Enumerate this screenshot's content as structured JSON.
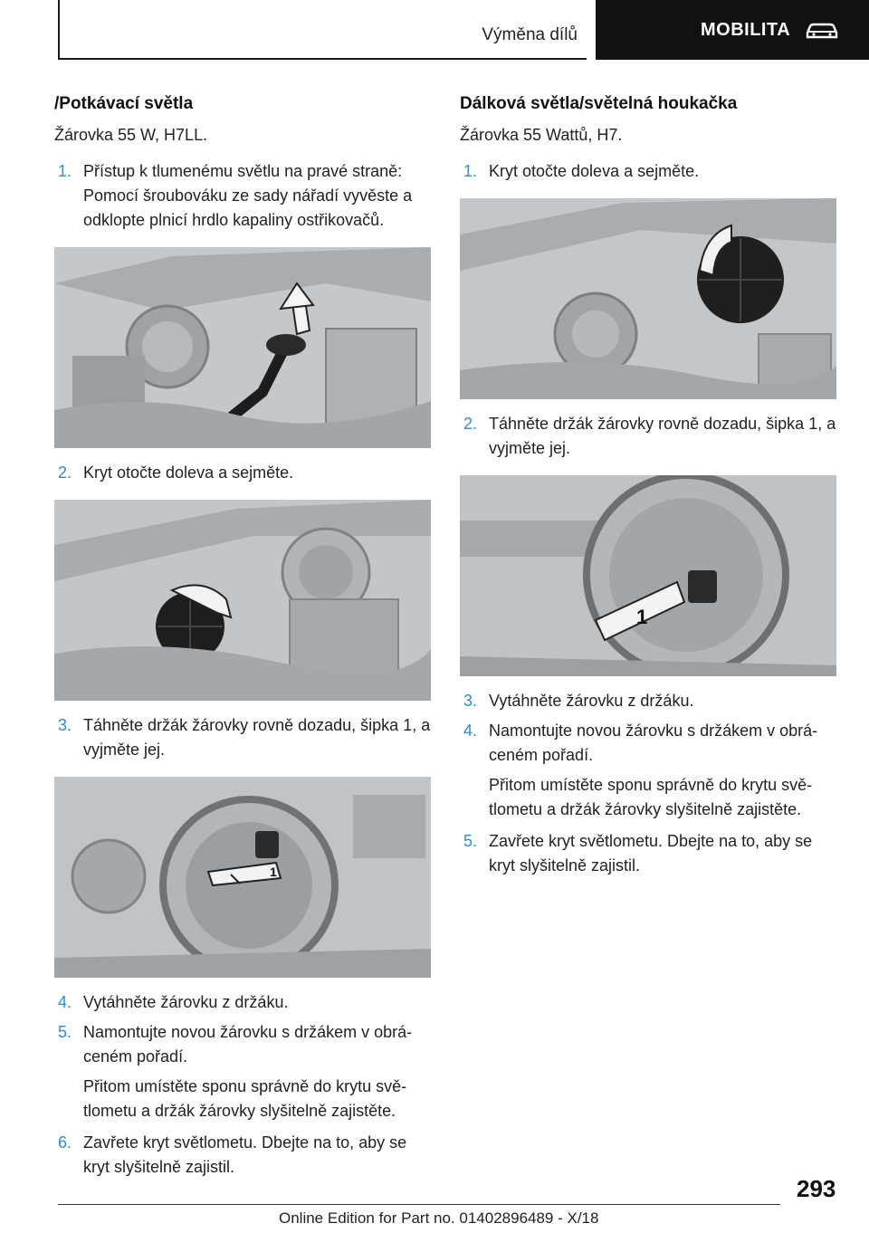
{
  "header": {
    "section_title": "Výměna dílů",
    "tab_label": "MOBILITA",
    "tab_icon": "car-icon"
  },
  "left": {
    "heading": "/Potkávací světla",
    "spec": "Žárovka 55 W, H7LL.",
    "steps": [
      {
        "num": "1.",
        "text": "Přístup k tlumenému světlu na pravé straně: Pomocí šroubováku ze sady nářadí vyvěste a odklopte plnicí hrdlo kapaliny ostřikovačů."
      },
      {
        "num": "2.",
        "text": "Kryt otočte doleva a sejměte."
      },
      {
        "num": "3.",
        "text": "Táhněte držák žárovky rovně dozadu, šipka 1, a vyjměte jej."
      },
      {
        "num": "4.",
        "text": "Vytáhněte žárovku z držáku."
      },
      {
        "num": "5.",
        "text": "Namontujte novou žárovku s držákem v obrá- ceném pořadí."
      },
      {
        "num": "6.",
        "text": "Zavřete kryt světlometu. Dbejte na to, aby se kryt slyšitelně zajistil."
      }
    ],
    "note_5": "Přitom umístěte sponu správně do krytu svě- tlometu a držák žárovky slyšitelně zajistěte.",
    "photo3_arrow_label": "1"
  },
  "right": {
    "heading": "Dálková světla/světelná houkačka",
    "spec": "Žárovka 55 Wattů, H7.",
    "steps": [
      {
        "num": "1.",
        "text": "Kryt otočte doleva a sejměte."
      },
      {
        "num": "2.",
        "text": "Táhněte držák žárovky rovně dozadu, šipka 1, a vyjměte jej."
      },
      {
        "num": "3.",
        "text": "Vytáhněte žárovku z držáku."
      },
      {
        "num": "4.",
        "text": "Namontujte novou žárovku s držákem v obrá- ceném pořadí."
      },
      {
        "num": "5.",
        "text": "Zavřete kryt světlometu. Dbejte na to, aby se kryt slyšitelně zajistil."
      }
    ],
    "note_4": "Přitom umístěte sponu správně do krytu svě- tlometu a držák žárovky slyšitelně zajistěte.",
    "photo2_arrow_label": "1"
  },
  "footer": {
    "page_number": "293",
    "edition": "Online Edition for Part no. 01402896489 - X/18"
  },
  "colors": {
    "step_number": "#2e8ccf",
    "tab_background": "#111111"
  }
}
